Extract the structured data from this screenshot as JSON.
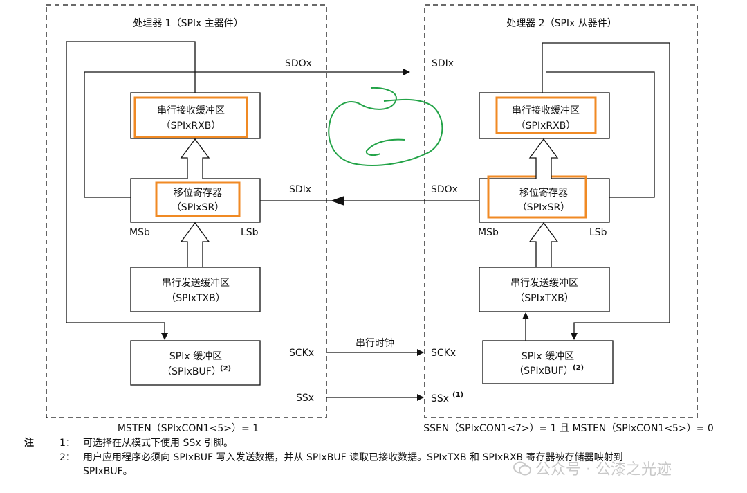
{
  "processor1": {
    "title": "处理器 1（SPIx 主器件）",
    "rxb": {
      "line1": "串行接收缓冲区",
      "line2": "（SPIxRXB）"
    },
    "sr": {
      "line1": "移位寄存器",
      "line2": "（SPIxSR）"
    },
    "txb": {
      "line1": "串行发送缓冲区",
      "line2": "（SPIxTXB）"
    },
    "buf": {
      "line1": "SPIx 缓冲区",
      "line2": "（SPIxBUF）",
      "sup": "(2)"
    },
    "msb": "MSb",
    "lsb": "LSb",
    "mode": "MSTEN（SPIxCON1<5>）= 1"
  },
  "processor2": {
    "title": "处理器 2（SPIx 从器件）",
    "rxb": {
      "line1": "串行接收缓冲区",
      "line2": "（SPIxRXB）"
    },
    "sr": {
      "line1": "移位寄存器",
      "line2": "（SPIxSR）"
    },
    "txb": {
      "line1": "串行发送缓冲区",
      "line2": "（SPIxTXB）"
    },
    "buf": {
      "line1": "SPIx 缓冲区",
      "line2": "（SPIxBUF）",
      "sup": "(2)"
    },
    "msb": "MSb",
    "lsb": "LSb",
    "mode": "SSEN（SPIxCON1<7>）= 1 且 MSTEN（SPIxCON1<5>）= 0"
  },
  "signals": {
    "sdo_master": "SDOx",
    "sdi_slave": "SDIx",
    "sdi_master": "SDIx",
    "sdo_slave": "SDOx",
    "sck_master": "SCKx",
    "sck_slave": "SCKx",
    "ss_master": "SSx",
    "ss_slave": "SSx",
    "ss_slave_sup": "(1)",
    "serial_clock": "串行时钟"
  },
  "notes": {
    "heading": "注",
    "items": [
      {
        "num": "1：",
        "text": "可选择在从模式下使用 SSx 引脚。"
      },
      {
        "num": "2：",
        "text": "用户应用程序必须向 SPIxBUF 写入发送数据，并从 SPIxBUF 读取已接收数据。SPIxTXB 和 SPIxRXB 寄存器被存储器映射到"
      },
      {
        "num": "",
        "text": "SPIxBUF。"
      }
    ]
  },
  "watermark": "公众号 · 公漆之光迹",
  "colors": {
    "highlight": "#f08a24",
    "annotation": "#22a347",
    "line": "#111111"
  }
}
